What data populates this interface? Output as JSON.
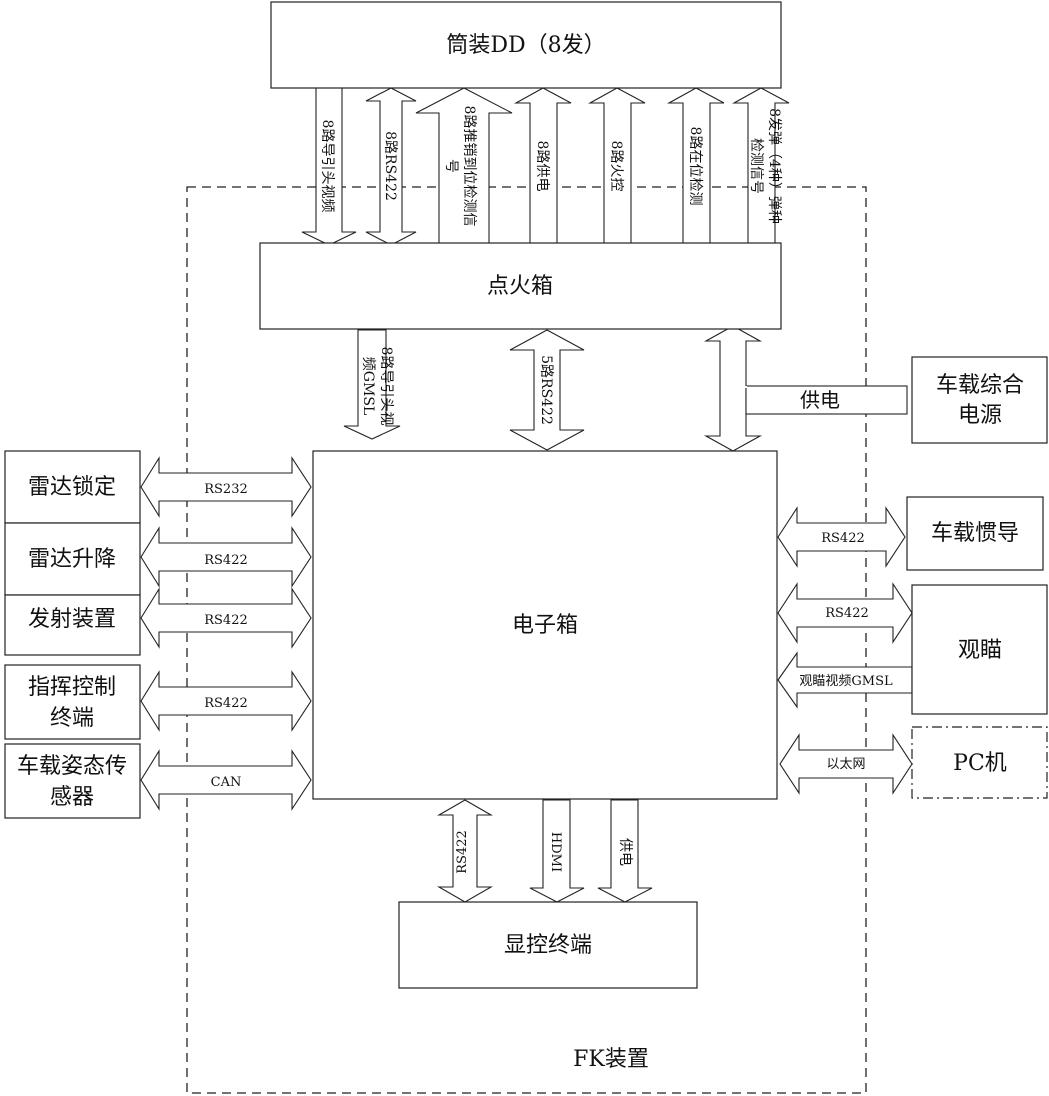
{
  "diagram": {
    "fk_label": "FK装置",
    "boxes": {
      "dd": "筒装DD（8发）",
      "ignition": "点火箱",
      "electronic": "电子箱",
      "display": "显控终端",
      "power_source_l1": "车载综合",
      "power_source_l2": "电源",
      "radar_lock": "雷达锁定",
      "radar_lift": "雷达升降",
      "launcher": "发射装置",
      "command_l1": "指挥控制",
      "command_l2": "终端",
      "attitude_l1": "车载姿态传",
      "attitude_l2": "感器",
      "ins": "车载惯导",
      "sight": "观瞄",
      "pc": "PC机"
    },
    "top_links": {
      "video": "8路导引头视频",
      "rs422": "8路RS422",
      "push_l1": "8路推销到位检测信",
      "push_l2": "号",
      "power": "8路供电",
      "fire": "8路火控",
      "inplace": "8路在位检测",
      "type_l1": "8发弹（4种）弹种",
      "type_l2": "检测信号"
    },
    "middle_links": {
      "gmsl_l1": "8路导引头视",
      "gmsl_l2": "频GMSL",
      "rs422_5": "5路RS422",
      "power": "供电"
    },
    "left_links": {
      "radar_lock": "RS232",
      "radar_lift": "RS422",
      "launcher": "RS422",
      "command": "RS422",
      "attitude": "CAN"
    },
    "right_links": {
      "ins": "RS422",
      "sight": "RS422",
      "sight_video": "观瞄视频GMSL",
      "pc": "以太网"
    },
    "bottom_links": {
      "rs422": "RS422",
      "hdmi": "HDMI",
      "power": "供电"
    }
  }
}
